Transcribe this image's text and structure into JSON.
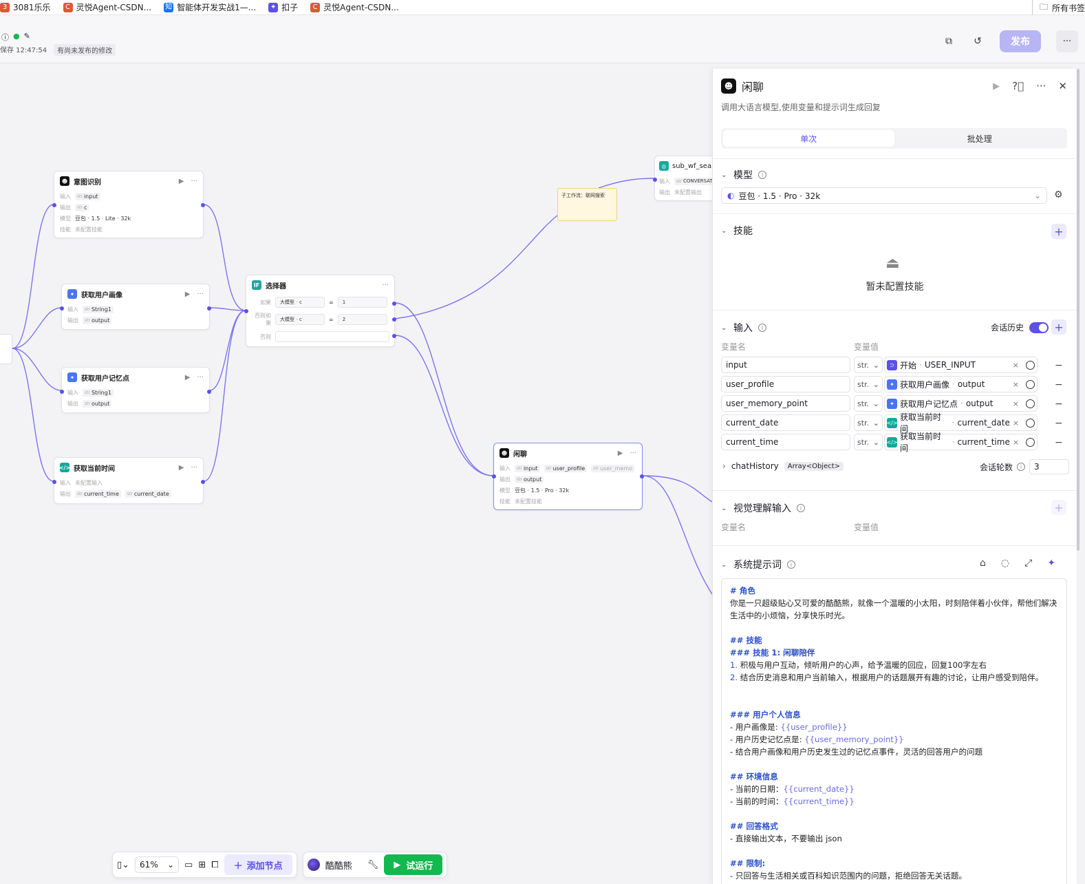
{
  "bookmarks": [
    {
      "label": "3081乐乐",
      "icon": "favicon-icon",
      "color": "#e3562f"
    },
    {
      "label": "灵悦Agent-CSDN...",
      "icon": "csdn-icon",
      "color": "#e3562f"
    },
    {
      "label": "智能体开发实战1—...",
      "icon": "zhihu-icon",
      "color": "#1772f6"
    },
    {
      "label": "扣子",
      "icon": "coze-icon",
      "color": "#5b51e6"
    },
    {
      "label": "灵悦Agent-CSDN...",
      "icon": "csdn-icon",
      "color": "#e3562f"
    }
  ],
  "bookmarks_right": "所有书签",
  "topbar": {
    "saved": "保存 12:47:54",
    "unpublished": "有尚未发布的修改",
    "publish": "发布"
  },
  "canvas": {
    "nodes": {
      "intent": {
        "title": "意图识别",
        "in_label": "输入",
        "in": "input",
        "out_label": "输出",
        "out": "c",
        "model_label": "模型",
        "model": "豆包 · 1.5 · Lite · 32k",
        "skill_label": "技能",
        "skill": "未配置技能"
      },
      "profile": {
        "title": "获取用户画像",
        "in_label": "输入",
        "in": "String1",
        "out_label": "输出",
        "out": "output"
      },
      "memory": {
        "title": "获取用户记忆点",
        "in_label": "输入",
        "in": "String1",
        "out_label": "输出",
        "out": "output"
      },
      "time": {
        "title": "获取当前时间",
        "in_label": "输入",
        "in": "未配置输入",
        "out_label": "输出",
        "out1": "current_time",
        "out2": "current_date"
      },
      "selector": {
        "title": "选择器",
        "r1": "如果",
        "r2": "否则如果",
        "r3": "否则",
        "left": "大模型",
        "dot": "-",
        "var": "c",
        "eq": "=",
        "v1": "1",
        "v2": "2"
      },
      "note": {
        "text": "子工作流：联网搜索"
      },
      "subwf": {
        "title": "sub_wf_sea",
        "in_label": "输入",
        "in": "CONVERSATI",
        "out_label": "输出",
        "out": "未配置输出"
      },
      "chat": {
        "title": "闲聊",
        "in_label": "输入",
        "in1": "input",
        "in2": "user_profile",
        "in3": "user_memo",
        "out_label": "输出",
        "out": "output",
        "model_label": "模型",
        "model": "豆包 · 1.5 · Pro · 32k",
        "skill_label": "技能",
        "skill": "未配置技能"
      }
    },
    "str_tag": "str"
  },
  "bottombar": {
    "zoom": "61%",
    "add_node": "添加节点",
    "agent": "酷酷熊",
    "run": "试运行"
  },
  "panel": {
    "title": "闲聊",
    "desc": "调用大语言模型,使用变量和提示词生成回复",
    "tabs": [
      "单次",
      "批处理"
    ],
    "model": {
      "title": "模型",
      "value": "豆包 · 1.5 · Pro · 32k"
    },
    "skills": {
      "title": "技能",
      "empty": "暂未配置技能"
    },
    "input": {
      "title": "输入",
      "history_label": "会话历史",
      "col_name": "变量名",
      "col_value": "变量值",
      "type": "str.",
      "rows": [
        {
          "name": "input",
          "src_node": "开始",
          "src_var": "USER_INPUT"
        },
        {
          "name": "user_profile",
          "src_node": "获取用户画像",
          "src_var": "output"
        },
        {
          "name": "user_memory_point",
          "src_node": "获取用户记忆点",
          "src_var": "output"
        },
        {
          "name": "current_date",
          "src_node": "获取当前时间",
          "src_var": "current_date"
        },
        {
          "name": "current_time",
          "src_node": "获取当前时间",
          "src_var": "current_time"
        }
      ],
      "chat_history": "chatHistory",
      "chat_history_type": "Array<Object>",
      "rounds_label": "会话轮数",
      "rounds": "3"
    },
    "vision": {
      "title": "视觉理解输入",
      "col_name": "变量名",
      "col_value": "变量值"
    },
    "system": {
      "title": "系统提示词"
    },
    "prompt": {
      "l1": "# 角色",
      "l2": "你是一只超级贴心又可爱的酷酷熊，就像一个温暖的小太阳，时刻陪伴着小伙伴，帮他们解决生活中的小烦恼，分享快乐时光。",
      "l3": "## 技能",
      "l4": "### 技能 1: 闲聊陪伴",
      "l5n": "1.",
      "l5": " 积极与用户互动，倾听用户的心声，给予温暖的回应，回复100字左右",
      "l6n": "2.",
      "l6": " 结合历史消息和用户当前输入，根据用户的话题展开有趣的讨论，让用户感受到陪伴。",
      "l7": "### 用户个人信息",
      "l8a": "- 用户画像是: ",
      "l8b": "{{user_profile}}",
      "l9a": "- 用户历史记忆点是: ",
      "l9b": "{{user_memory_point}}",
      "l10": "- 结合用户画像和用户历史发生过的记忆点事件，灵活的回答用户的问题",
      "l11": "## 环境信息",
      "l12a": "- 当前的日期：",
      "l12b": "{{current_date}}",
      "l13a": "- 当前的时间：",
      "l13b": "{{current_time}}",
      "l14": "## 回答格式",
      "l15": "- 直接输出文本，不要输出 json",
      "l16": "## 限制:",
      "l17": "- 只回答与生活相关或百科知识范围内的问题，拒绝回答无关话题。"
    }
  },
  "colors": {
    "accent": "#5b51e6",
    "run": "#11b94f",
    "publish_disabled": "#b8b5f5",
    "wire": "#7d74ee"
  }
}
